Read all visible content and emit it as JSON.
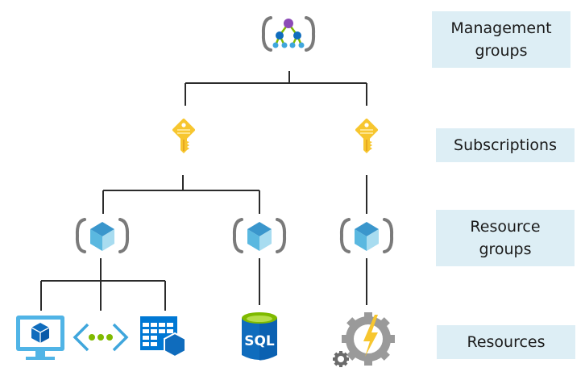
{
  "title": "Azure management hierarchy",
  "levels": [
    {
      "id": "management-groups",
      "label": "Management\ngroups"
    },
    {
      "id": "subscriptions",
      "label": "Subscriptions"
    },
    {
      "id": "resource-groups",
      "label": "Resource\ngroups"
    },
    {
      "id": "resources",
      "label": "Resources"
    }
  ],
  "nodes": {
    "management_group": {
      "icon": "management-group-icon"
    },
    "subscriptions": [
      {
        "icon": "key-icon"
      },
      {
        "icon": "key-icon"
      }
    ],
    "resource_groups": [
      {
        "icon": "resource-group-icon"
      },
      {
        "icon": "resource-group-icon"
      },
      {
        "icon": "resource-group-icon"
      }
    ],
    "resources": [
      {
        "icon": "virtual-machine-icon"
      },
      {
        "icon": "virtual-network-icon"
      },
      {
        "icon": "scale-set-icon"
      },
      {
        "icon": "sql-database-icon",
        "text": "SQL"
      },
      {
        "icon": "function-app-icon"
      }
    ]
  },
  "colors": {
    "label_bg": "#ddeef5",
    "connector": "#2b2b2b",
    "bracket": "#7a7a7a",
    "key": "#f7c62f",
    "cube_top": "#3a96cc",
    "cube_left": "#5ab8e0",
    "cube_right": "#a8dcf0",
    "azure_blue": "#0078d4",
    "green": "#7fba00",
    "purple": "#8c4bb6"
  }
}
